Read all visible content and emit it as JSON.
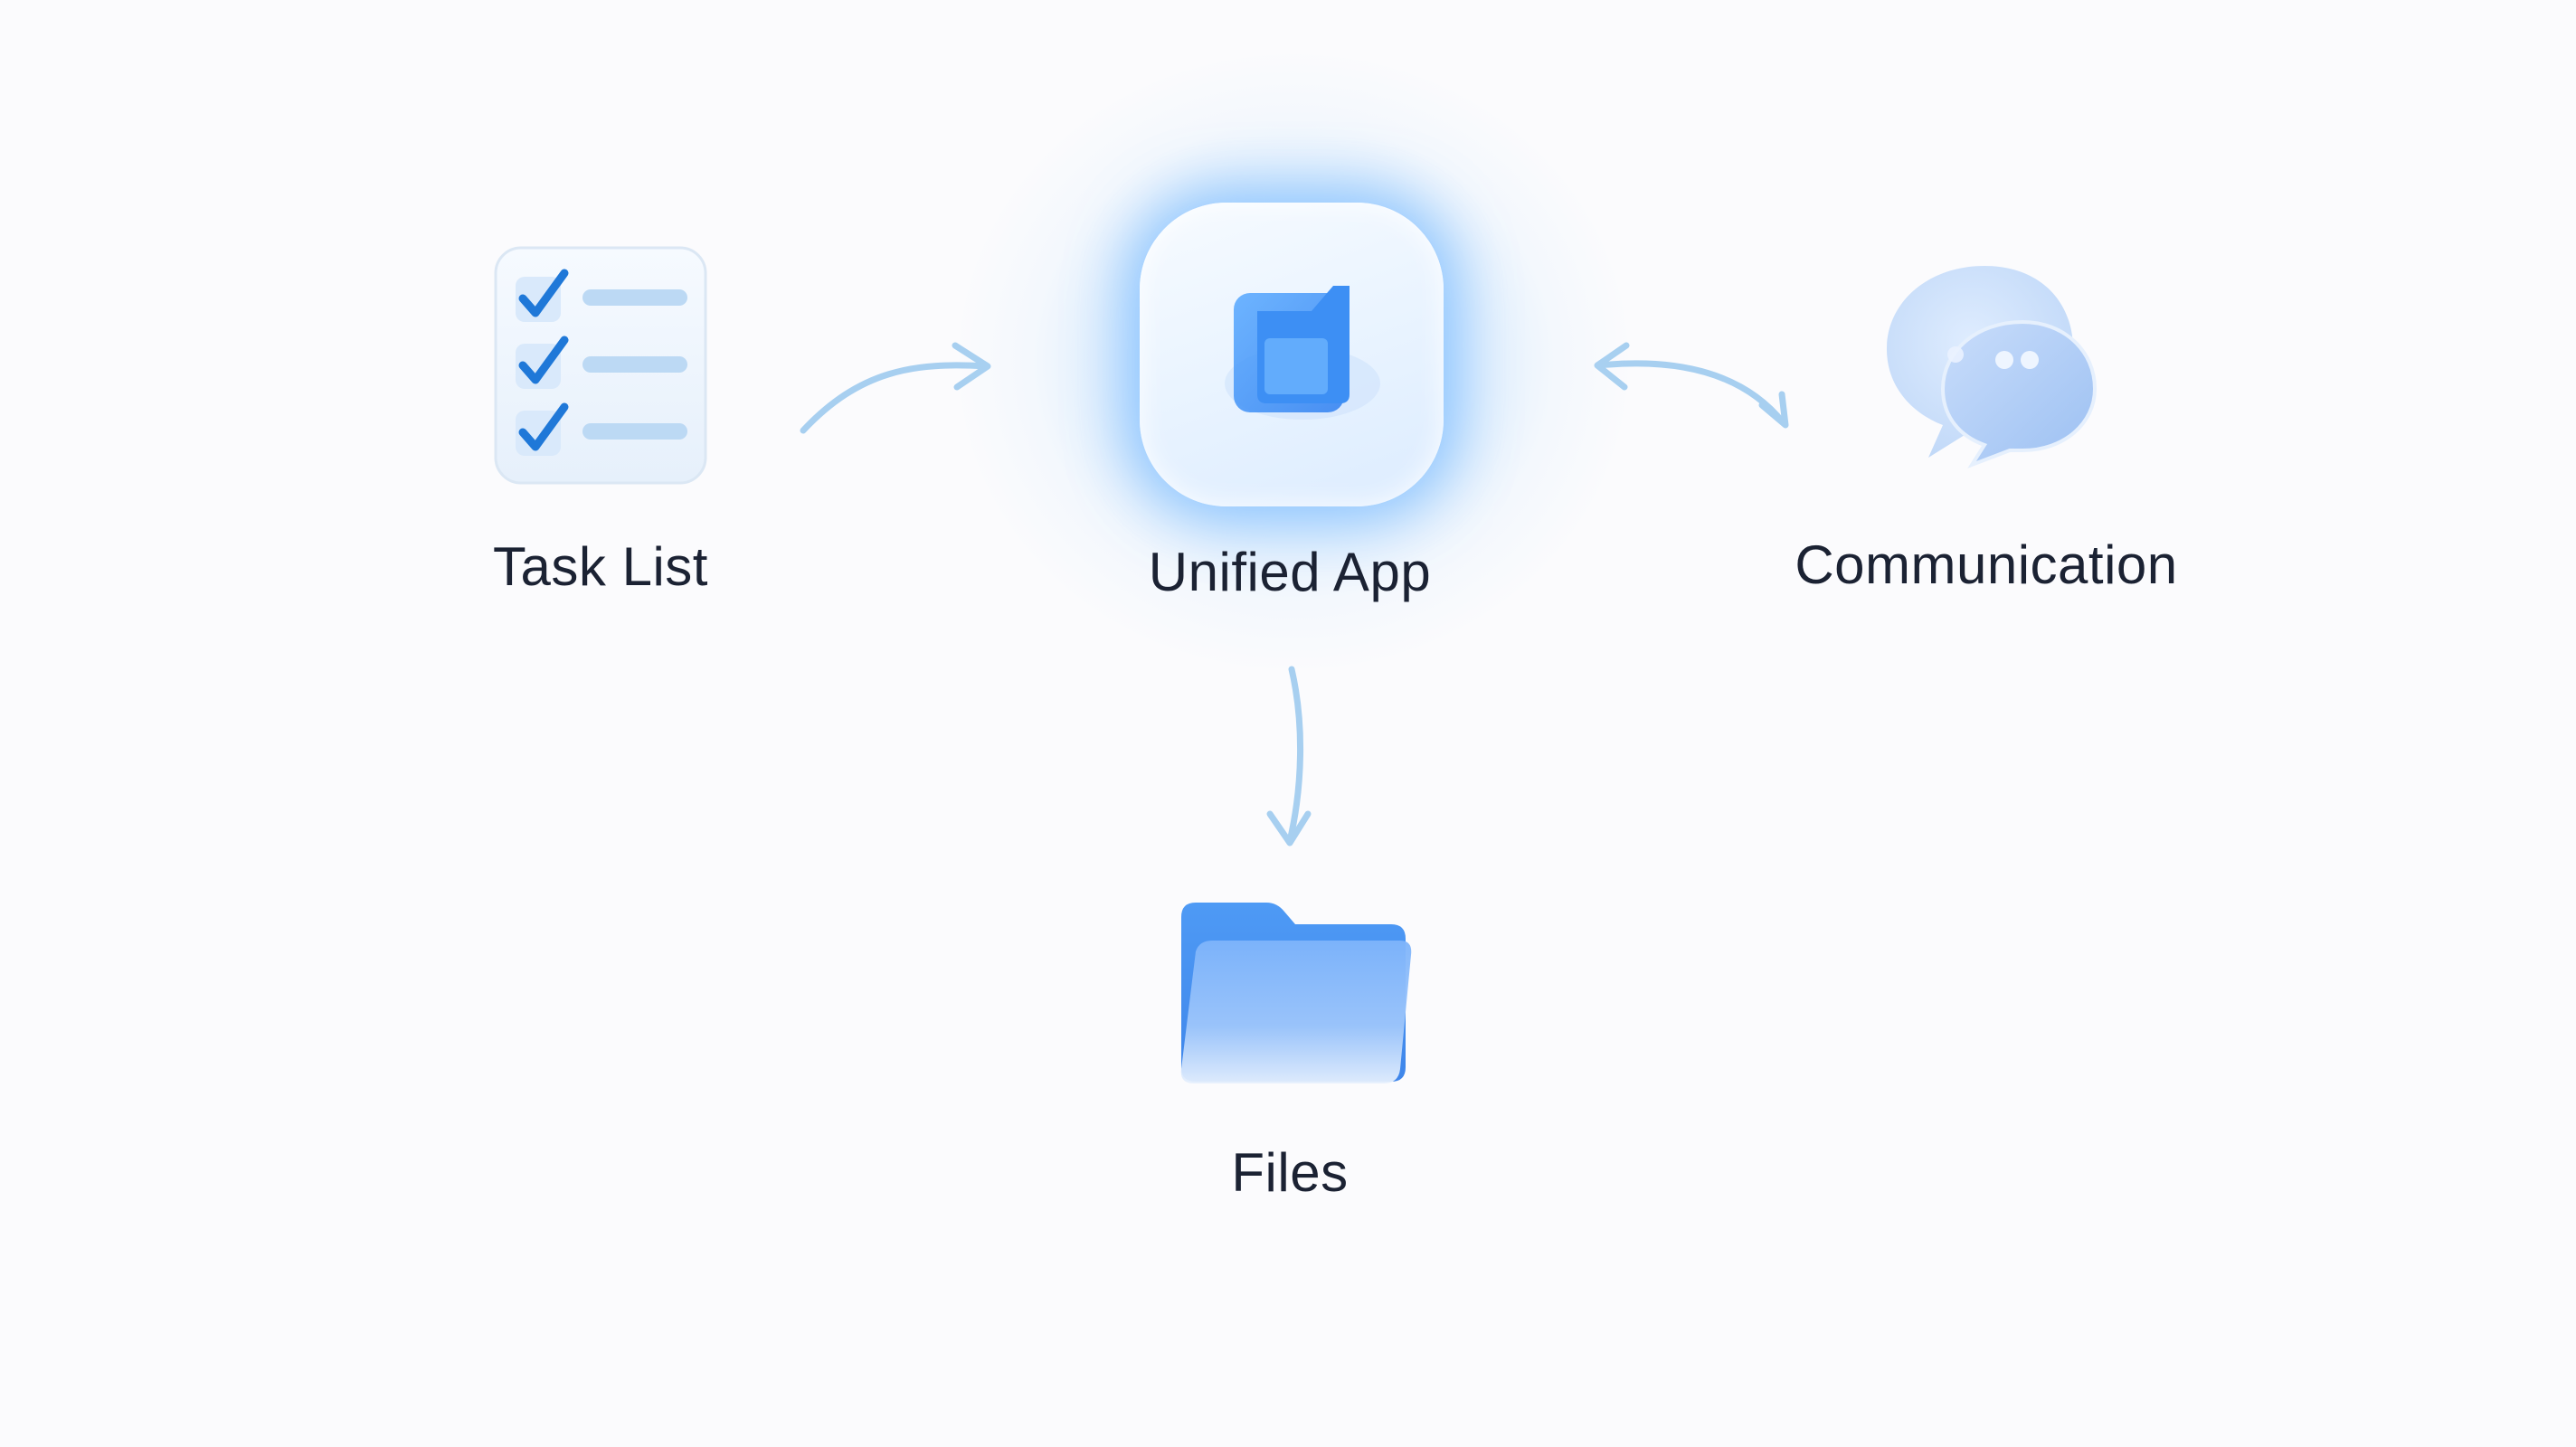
{
  "diagram": {
    "nodes": {
      "task_list": {
        "label": "Task List",
        "icon": "checklist-icon"
      },
      "unified_app": {
        "label": "Unified App",
        "icon": "app-window-icon"
      },
      "communication": {
        "label": "Communication",
        "icon": "chat-bubbles-icon"
      },
      "files": {
        "label": "Files",
        "icon": "folder-icon"
      }
    },
    "edges": [
      {
        "from": "Task List",
        "to": "Unified App",
        "direction": "one-way"
      },
      {
        "from": "Unified App",
        "to": "Communication",
        "direction": "two-way"
      },
      {
        "from": "Unified App",
        "to": "Files",
        "direction": "one-way"
      }
    ],
    "colors": {
      "background": "#fbfbfd",
      "accent": "#4a9af5",
      "arrow": "#a9d0f0",
      "text": "#1b2233"
    }
  }
}
